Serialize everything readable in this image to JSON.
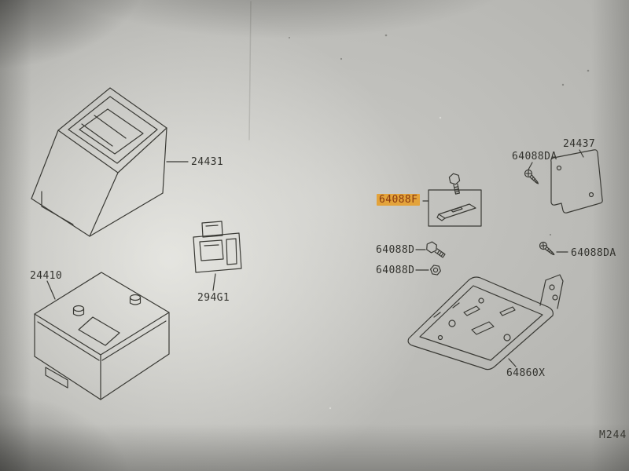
{
  "labels": {
    "battery_cover": "24431",
    "battery": "24410",
    "fuse_block": "294G1",
    "bracket": "64088F",
    "screw_top": "64088DA",
    "panel": "24437",
    "bolt": "64088D",
    "nut": "64088D",
    "screw_right": "64088DA",
    "battery_tray": "64860X"
  },
  "highlight": {
    "part": "64088F",
    "background": "#e3a33b",
    "text_color": "#88380f"
  },
  "sheet_code": "M244",
  "line_color": "#3a3a35"
}
